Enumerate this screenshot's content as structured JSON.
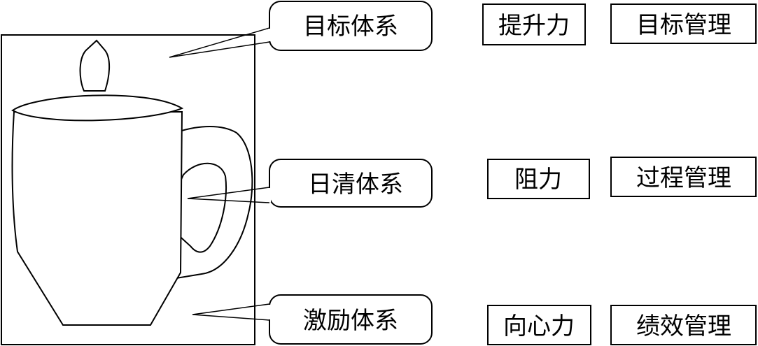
{
  "callouts": {
    "top": "目标体系",
    "middle": "日清体系",
    "bottom": "激励体系"
  },
  "forces": {
    "top": "提升力",
    "middle": "阻力",
    "bottom": "向心力"
  },
  "management": {
    "top": "目标管理",
    "middle": "过程管理",
    "bottom": "绩效管理"
  }
}
